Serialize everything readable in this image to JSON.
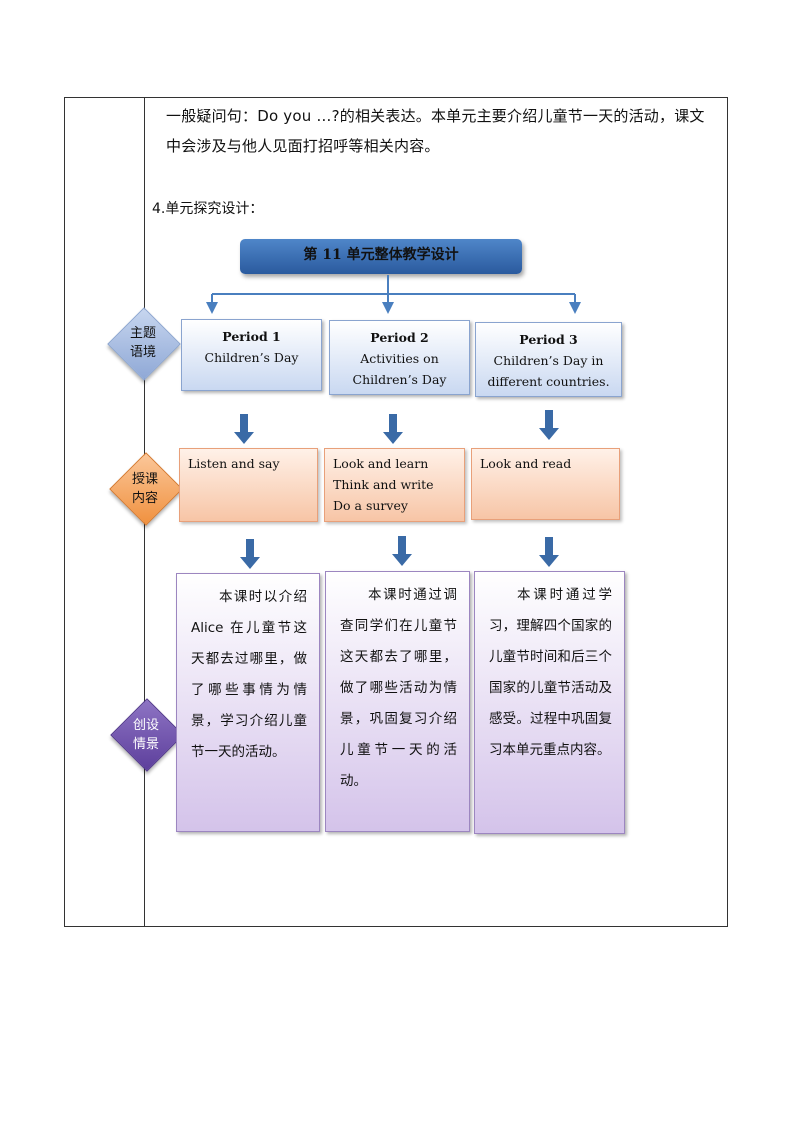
{
  "intro": {
    "line1": "一般疑问句：Do you …?的相关表达。本单元主要介绍儿童节一天的活动，课文",
    "line2": "中会涉及与他人见面打招呼等相关内容。"
  },
  "section_label": "4.单元探究设计：",
  "diagram": {
    "title": "第 11 单元整体教学设计",
    "row_labels": {
      "theme": "主题\n语境",
      "content": "授课\n内容",
      "scenario": "创设\n情景"
    },
    "periods": [
      {
        "title": "Period 1",
        "lines": [
          "Children’s  Day"
        ]
      },
      {
        "title": "Period 2",
        "lines": [
          "Activities    on",
          "Children’s   Day"
        ]
      },
      {
        "title": "Period 3",
        "lines": [
          "Children’s  Day in",
          "different   countries."
        ]
      }
    ],
    "contents": [
      {
        "lines": [
          "Listen and say"
        ]
      },
      {
        "lines": [
          "Look and learn",
          "Think and write",
          "Do a survey"
        ]
      },
      {
        "lines": [
          "Look and read"
        ]
      }
    ],
    "scenarios": [
      {
        "text": "本课时以介绍Alice 在儿童节这天都去过哪里，做了哪些事情为情景，学习介绍儿童节一天的活动。"
      },
      {
        "text": "本课时通过调查同学们在儿童节这天都去了哪里，做了哪些活动为情景，巩固复习介绍儿童节一天的活动。"
      },
      {
        "text": "本课时通过学习，理解四个国家的儿童节时间和后三个国家的儿童节活动及感受。过程中巩固复习本单元重点内容。"
      }
    ],
    "colors": {
      "title_fill": "#3f74b8",
      "connector": "#4a7fbf",
      "arrow": "#3a6aa6"
    }
  }
}
